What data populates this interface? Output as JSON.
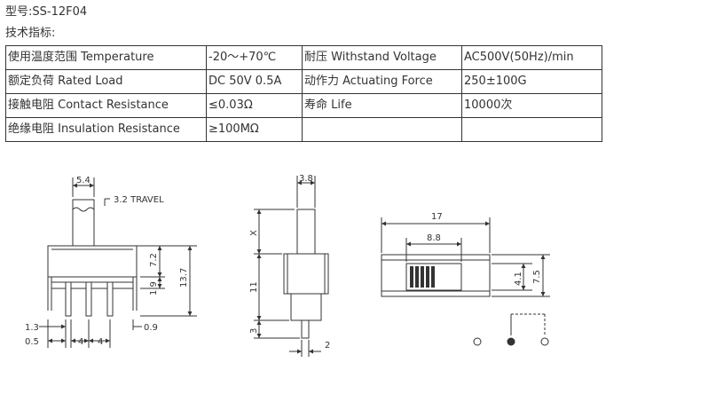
{
  "header": {
    "model": "型号:SS-12F04",
    "spec_title": "技术指标:"
  },
  "specs": {
    "rows": [
      [
        "使用温度范围 Temperature",
        "-20～+70℃",
        "耐压 Withstand Voltage",
        "AC500V(50Hz)/min"
      ],
      [
        "额定负荷 Rated Load",
        "DC 50V 0.5A",
        "动作力 Actuating Force",
        "250±100G"
      ],
      [
        "接触电阻 Contact Resistance",
        "≤0.03Ω",
        "寿命 Life",
        "10000次"
      ],
      [
        "绝缘电阻 Insulation Resistance",
        "≥100MΩ",
        "",
        ""
      ]
    ]
  },
  "drawings": {
    "front": {
      "dim_top": "5.4",
      "travel": "3.2 TRAVEL",
      "dim_7_2": "7.2",
      "dim_13_7": "13.7",
      "dim_1_9": "1.9",
      "dim_1_3": "1.3",
      "dim_0_5": "0.5",
      "dim_4a": "4",
      "dim_4b": "4",
      "dim_0_9": "0.9"
    },
    "side": {
      "dim_3_8": "3.8",
      "dim_x": "X",
      "dim_11": "11",
      "dim_3": "3",
      "dim_2": "2"
    },
    "top": {
      "dim_17": "17",
      "dim_8_8": "8.8",
      "dim_4_1": "4.1",
      "dim_7_5": "7.5"
    }
  },
  "colors": {
    "text": "#333333",
    "line": "#333333"
  }
}
